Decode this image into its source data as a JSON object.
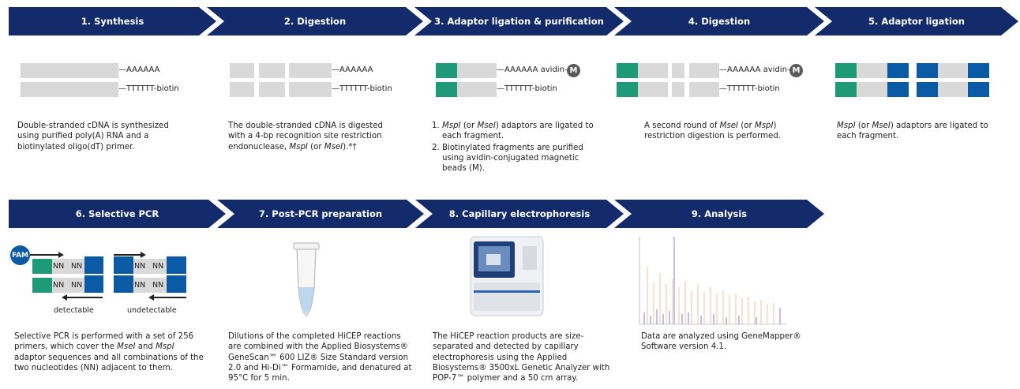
{
  "colors": {
    "banner": "#132a6b",
    "teal": "#1f9a78",
    "blue": "#0b5aa6",
    "grey": "#d9d9d9"
  },
  "steps": [
    {
      "title": "1. Synthesis"
    },
    {
      "title": "2. Digestion"
    },
    {
      "title": "3. Adaptor ligation & purification"
    },
    {
      "title": "4. Digestion"
    },
    {
      "title": "5. Adaptor ligation"
    },
    {
      "title": "6. Selective PCR"
    },
    {
      "title": "7. Post-PCR preparation"
    },
    {
      "title": "8. Capillary electrophoresis"
    },
    {
      "title": "9. Analysis"
    }
  ],
  "labels": {
    "polyA": "—AAAAAA",
    "polyT_biotin": "—TTTTTT-biotin",
    "polyA_avidin": "—AAAAAA avidin—",
    "bead": "M",
    "fam": "FAM",
    "nn": "NN",
    "detectable": "detectable",
    "undetectable": "undetectable"
  },
  "descriptions": {
    "s1": "Double-stranded cDNA is synthesized using purified poly(A) RNA and a biotinylated oligo(dT) primer.",
    "s2_pre": "The double-stranded cDNA is digested with a 4-bp recognition site restriction endonuclease, ",
    "s2_em1": "MspI",
    "s2_mid": " (or ",
    "s2_em2": "MseI",
    "s2_post": ").*†",
    "s3_item1_em1": "MspI",
    "s3_item1_mid": " (or ",
    "s3_item1_em2": "MseI",
    "s3_item1_post": ") adaptors are ligated to each fragment.",
    "s3_item2": "Biotinylated fragments are purified using avidin-conjugated magnetic beads (M).",
    "s4_pre": "A second round of ",
    "s4_em1": "MseI",
    "s4_mid": " (or ",
    "s4_em2": "MspI",
    "s4_post": ") restriction digestion is performed.",
    "s5_em1": "MspI",
    "s5_mid": " (or ",
    "s5_em2": "MseI",
    "s5_post": ") adaptors are ligated to each fragment.",
    "s6_pre": "Selective PCR is performed with a set of 256 primers, which cover the ",
    "s6_em1": "MseI",
    "s6_mid": " and ",
    "s6_em2": "MspI",
    "s6_post": " adaptor sequences and all combinations of the two nucleotides (NN) adjacent to them.",
    "s7": "Dilutions of the completed HiCEP reactions are combined with the Applied Biosystems® GeneScan™ 600 LIZ® Size Standard version 2.0 and Hi-Di™ Formamide, and denatured at 95°C for 5 min.",
    "s8": "The HiCEP reaction products are size-separated and detected by capillary electrophoresis using the Applied Biosystems® 3500xL Genetic Analyzer with POP-7™ polymer and a 50 cm array.",
    "s9": "Data are analyzed using GeneMapper® Software version 4.1."
  }
}
